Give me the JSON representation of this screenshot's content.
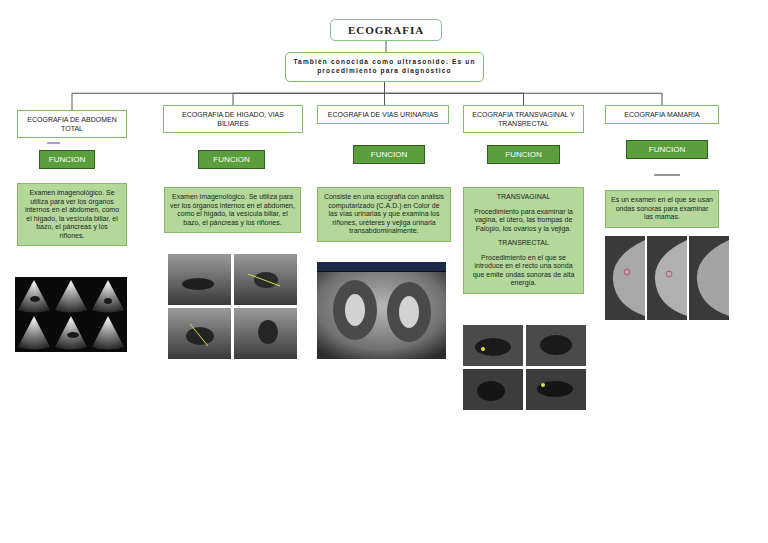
{
  "diagram": {
    "nodes": [
      {
        "text": [
          "ECOGRAFIA"
        ]
      },
      {
        "text": [
          "También conocida como ultrasonido. Es un procedimiento para diagnóstico"
        ]
      },
      {
        "text": [
          "ECOGRAFIA DE ABDOMEN TOTAL"
        ]
      },
      {
        "text": [
          "FUNCION"
        ]
      },
      {
        "text": [
          "Examen imagenológico. Se utiliza para ver los órganos internos en el abdomen, como el hígado, la vesícula biliar, el bazo, el páncreas y los riñones."
        ]
      },
      {
        "text": [
          "ECOGRAFIA DE HIGADO, VIAS BILIARES"
        ]
      },
      {
        "text": [
          "FUNCION"
        ]
      },
      {
        "text": [
          "Examen imagenológico. Se utiliza para ver los órganos internos en el abdomen, como el hígado, la vesícula biliar, el bazo, el páncreas y los riñones."
        ]
      },
      {
        "text": [
          "ECOGRAFIA DE VIAS URINARIAS"
        ]
      },
      {
        "text": [
          "FUNCION"
        ]
      },
      {
        "text": [
          "Consiste en una ecografía con análisis computarizado (C.A.D.) en Color de las vías urinarias y que examina los riñones, uréteres y vejiga urinaria transabdominalmente."
        ]
      },
      {
        "text": [
          "ECOGRAFIA TRANSVAGINAL Y TRANSRECTAL"
        ]
      },
      {
        "text": [
          "FUNCION"
        ]
      },
      {
        "text": [
          "TRANSVAGINAL",
          "Procedimiento para examinar la vagina, el útero, las trompas de Falopio, los ovarios y la vejiga.",
          "TRANSRECTAL",
          "Procedimiento en el que se introduce en el recto una sonda que emite ondas sonoras de alta energía."
        ]
      },
      {
        "text": [
          "ECOGRAFIA MAMARIA"
        ]
      },
      {
        "text": [
          "FUNCION"
        ]
      },
      {
        "text": [
          "Es un examen en el que se usan ondas sonoras para examinar las mamas."
        ]
      }
    ],
    "edges": [
      {
        "from": 0,
        "to": 1,
        "arrow": "none"
      },
      {
        "from": 1,
        "to": 2,
        "arrow": "none"
      },
      {
        "from": 1,
        "to": 5,
        "arrow": "none"
      },
      {
        "from": 1,
        "to": 8,
        "arrow": "none"
      },
      {
        "from": 1,
        "to": 11,
        "arrow": "none"
      },
      {
        "from": 1,
        "to": 14,
        "arrow": "none"
      }
    ]
  }
}
